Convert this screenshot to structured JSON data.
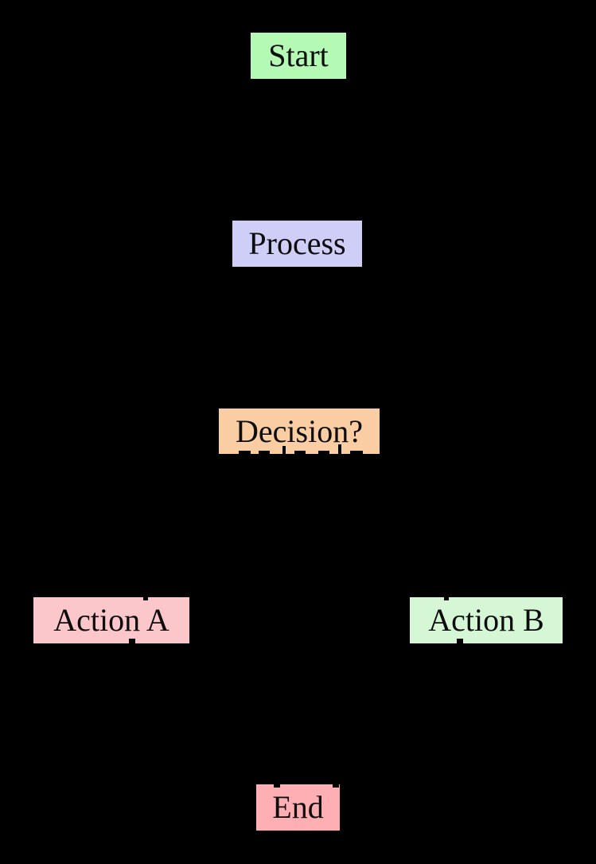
{
  "page": {
    "background_color": "#000000",
    "diagram_type": "flowchart",
    "text_color": "#0d0d0d"
  },
  "nodes": {
    "start": {
      "label": "Start",
      "color": "#B4F9B4"
    },
    "process": {
      "label": "Process",
      "color": "#CECEF7"
    },
    "decision": {
      "label": "Decision?",
      "color": "#FACDA2"
    },
    "action_a": {
      "label": "Action A",
      "color": "#FBC7CA"
    },
    "action_b": {
      "label": "Action B",
      "color": "#D6F7D6"
    },
    "end": {
      "label": "End",
      "color": "#FFAFB3"
    }
  }
}
